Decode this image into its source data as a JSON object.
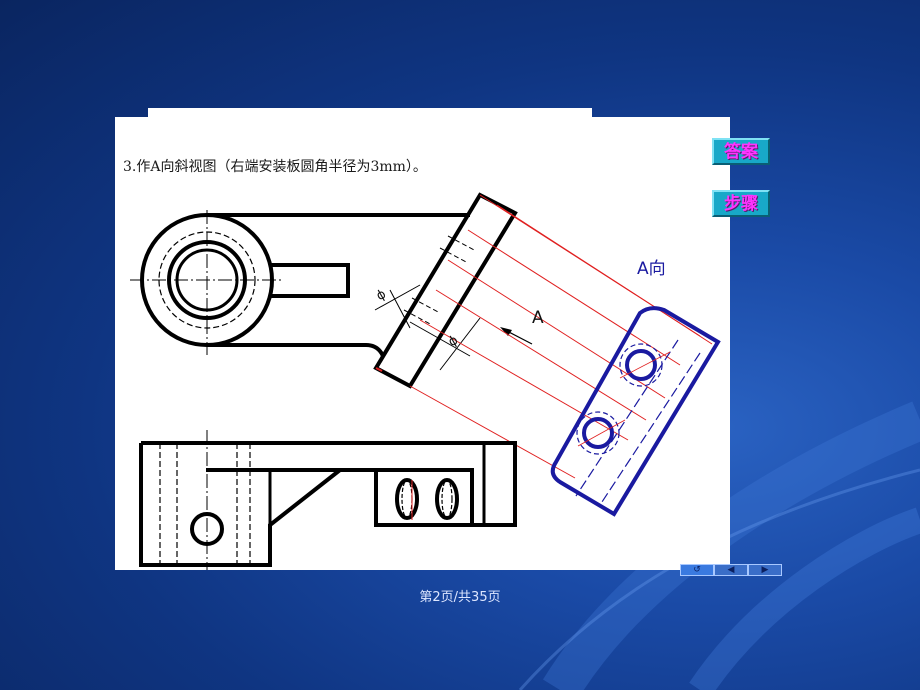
{
  "slide": {
    "question": "3.作A向斜视图（右端安装板圆角半径为3mm）。",
    "page_label": "第2页/共35页"
  },
  "buttons": {
    "answer_label": "答案",
    "steps_label": "步骤"
  },
  "drawing": {
    "view_label": "A向",
    "arrow_label": "A",
    "diameter_marks": [
      "ϕ",
      "ϕ"
    ]
  },
  "nav": {
    "return_icon": "return-icon",
    "prev_icon": "triangle-left-icon",
    "next_icon": "triangle-right-icon"
  },
  "colors": {
    "background": "#0f3582",
    "canvas": "#ffffff",
    "projection_lines": "#e02020",
    "aux_view": "#1a1aa0",
    "button_bg": "#18a8c8",
    "button_text": "#ff33ff"
  }
}
